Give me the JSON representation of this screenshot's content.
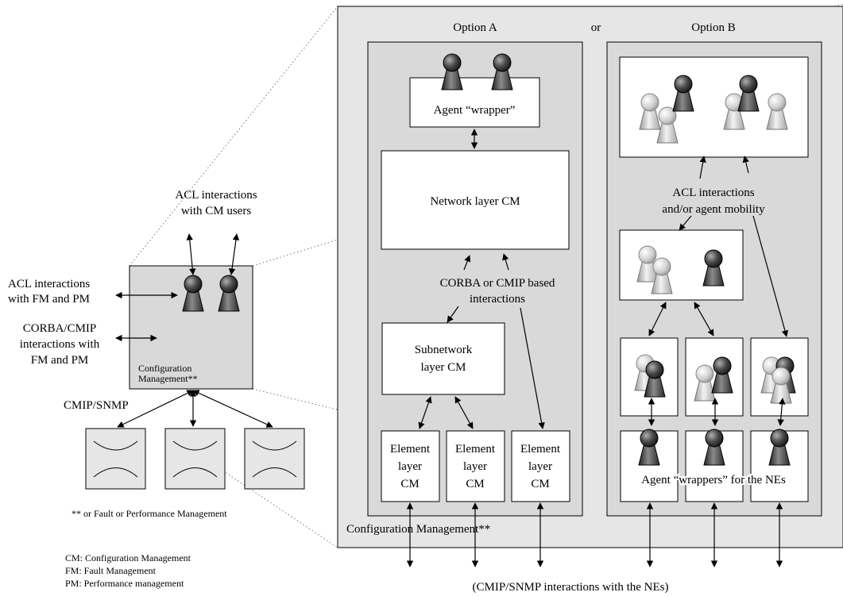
{
  "left": {
    "acl_users": [
      "ACL interactions",
      "with CM users"
    ],
    "acl_fm_pm": [
      "ACL interactions",
      "with FM and PM"
    ],
    "corba_cmip": [
      "CORBA/CMIP",
      "interactions with",
      "FM and PM"
    ],
    "config_box": [
      "Configuration",
      "Management**"
    ],
    "cmip_snmp": "CMIP/SNMP",
    "footnote": "** or Fault or Performance Management",
    "legend": [
      "CM: Configuration Management",
      "FM: Fault Management",
      "PM: Performance management"
    ]
  },
  "main": {
    "option_a": "Option A",
    "or": "or",
    "option_b": "Option B",
    "agent_wrapper": "Agent “wrapper”",
    "network_layer": "Network layer CM",
    "corba_label": [
      "CORBA or CMIP based",
      "interactions"
    ],
    "subnetwork": [
      "Subnetwork",
      "layer CM"
    ],
    "element": [
      "Element",
      "layer",
      "CM"
    ],
    "acl_mobility": [
      "ACL interactions",
      "and/or agent mobility"
    ],
    "agent_wrappers_nes": "Agent “wrappers” for the NEs",
    "config_mgmt": "Configuration Management**",
    "cmip_nes": "(CMIP/SNMP interactions with the NEs)"
  },
  "colors": {
    "panel_fill": "#e6e6e6",
    "inner_fill": "#d9d9d9",
    "agent_dark": "#3a3a3a",
    "agent_light": "#cfcfcf"
  }
}
